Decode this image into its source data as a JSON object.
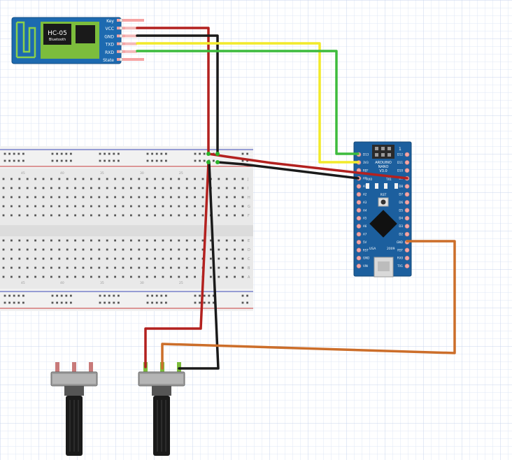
{
  "bt_module": {
    "name": "HC-05",
    "subtitle": "Bluetooth",
    "pins": [
      "Key",
      "VCC",
      "GND",
      "TXD",
      "RXD",
      "State"
    ]
  },
  "arduino": {
    "line1": "ARDUINO",
    "line2": "NANO",
    "line3": "V3.0",
    "rst": "RST",
    "usa": "USA",
    "year": "2009",
    "icsp_num": "1",
    "top_labels": [
      "RX0",
      "TX1"
    ],
    "right_pins": [
      "D12",
      "D11",
      "D10",
      "D9",
      "D8",
      "D7",
      "D6",
      "D5",
      "D4",
      "D3",
      "D2",
      "GND",
      "RST",
      "RX0",
      "TX1"
    ],
    "left_pins": [
      "D13",
      "3V3",
      "REF",
      "A0",
      "A1",
      "A2",
      "A3",
      "A4",
      "A5",
      "A6",
      "A7",
      "5V",
      "RST",
      "GND",
      "VIN"
    ]
  },
  "breadboard": {
    "row_letters_top": [
      "J",
      "I",
      "H",
      "G",
      "F"
    ],
    "row_letters_bottom": [
      "E",
      "D",
      "C",
      "B",
      "A"
    ],
    "col_numbers": [
      "45",
      "40",
      "35",
      "30",
      "25"
    ]
  },
  "colors": {
    "grid": "#d9e3f5",
    "wire_red": "#b3211f",
    "wire_black": "#1a1a1a",
    "wire_yellow": "#f2ea2a",
    "wire_green": "#3dbb3d",
    "wire_orange": "#cc6e2a",
    "bt_board": "#1d6ab0",
    "nano_board": "#1c5f9e"
  }
}
